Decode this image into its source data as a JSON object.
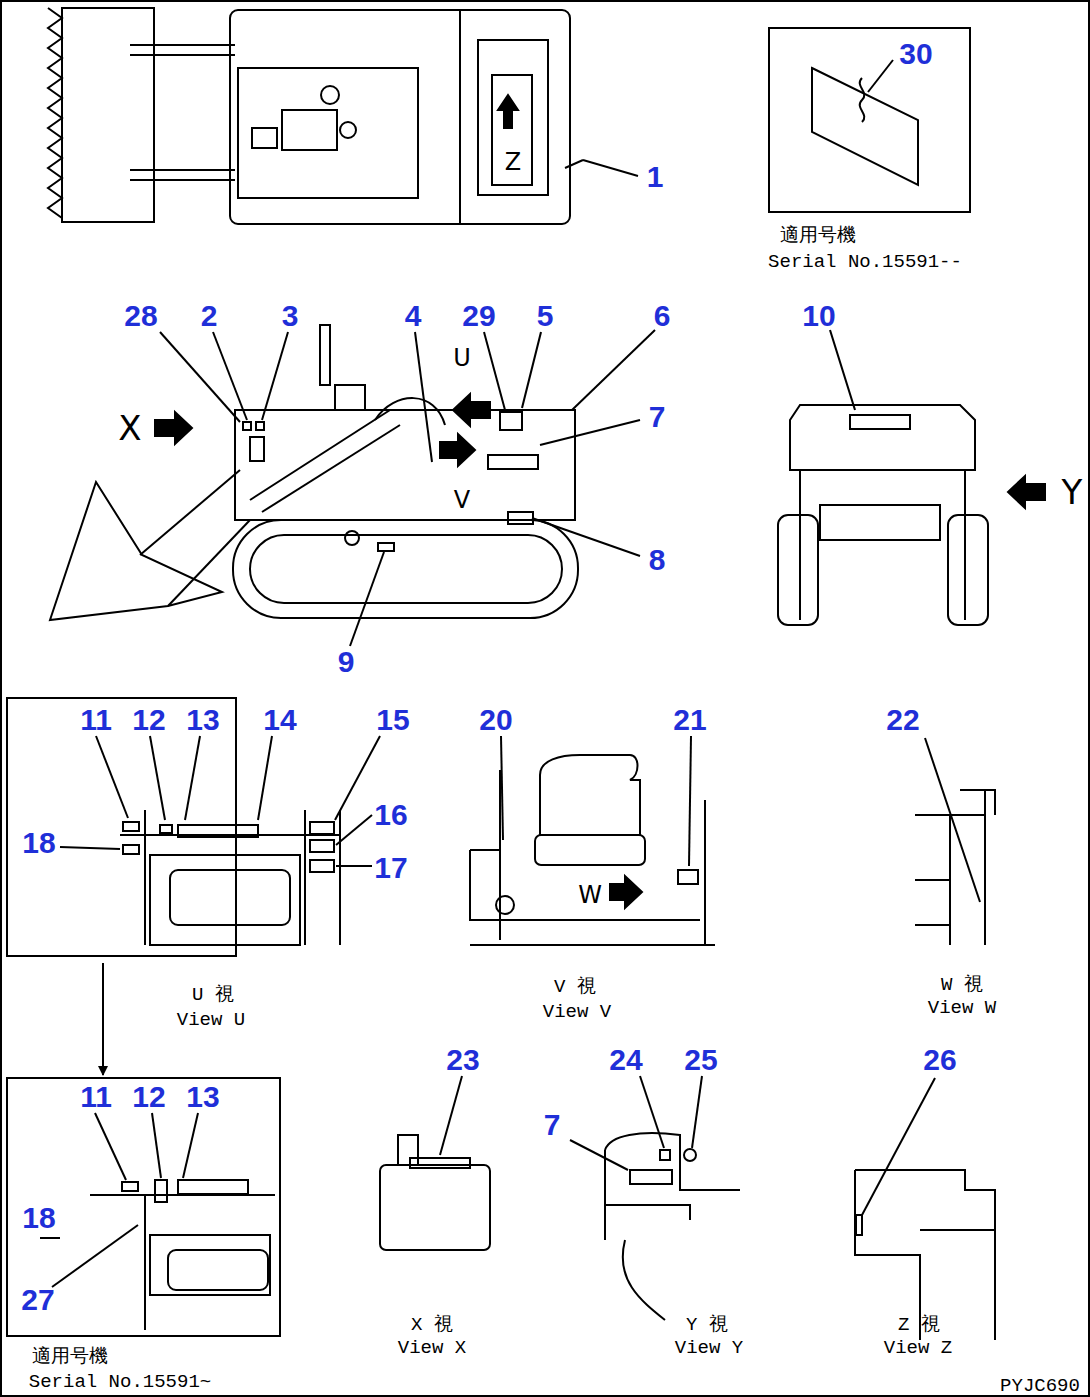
{
  "diagram": {
    "nodes": [
      {
        "text": [
          "30"
        ]
      },
      {
        "text": [
          "11",
          "12",
          "13",
          "18"
        ]
      },
      {
        "text": [
          "11",
          "12",
          "13",
          "18",
          "27"
        ]
      }
    ],
    "edges": [
      {
        "from": 1,
        "to": 2,
        "arrow": "to"
      }
    ],
    "labels": [
      "1",
      "28",
      "2",
      "3",
      "4",
      "29",
      "5",
      "6",
      "7",
      "10",
      "8",
      "9",
      "X",
      "Y",
      "14",
      "15",
      "16",
      "17",
      "20",
      "21",
      "22",
      "23",
      "24",
      "25",
      "7",
      "26",
      "U",
      "V",
      "Z",
      "W",
      "適用号機",
      "Serial No.15591--",
      "U 視",
      "View U",
      "V 視",
      "View V",
      "W 視",
      "View W",
      "X 視",
      "View X",
      "Y 視",
      "View Y",
      "Z 視",
      "View Z",
      "適用号機",
      "Serial No.15591~",
      "PYJC690"
    ]
  }
}
